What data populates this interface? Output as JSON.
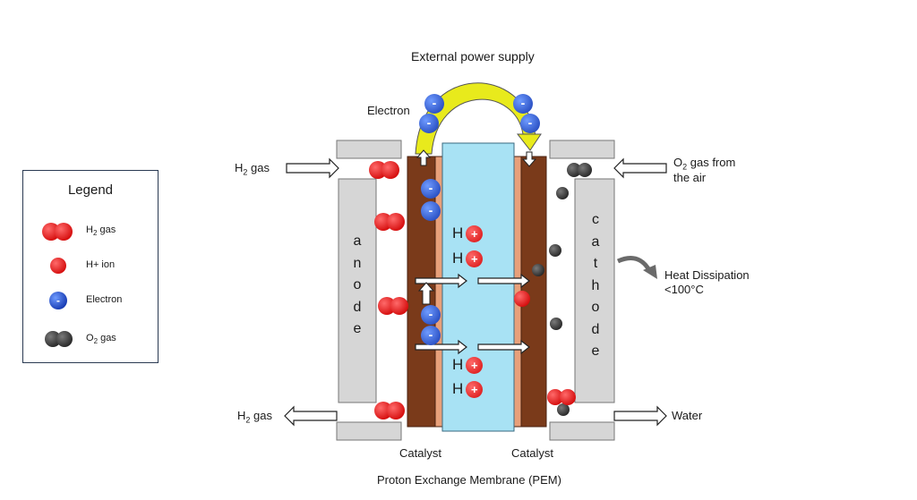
{
  "title": "External power supply",
  "labels": {
    "electron": "Electron",
    "h2_in_prefix": "H",
    "h2_in_sub": "2",
    "h2_in_suffix": " gas",
    "h2_out_prefix": "H",
    "h2_out_sub": "2",
    "h2_out_suffix": " gas",
    "o2_prefix": "O",
    "o2_sub": "2",
    "o2_suffix": " gas from",
    "o2_line2": "the air",
    "heat_line1": "Heat Dissipation",
    "heat_line2": "<100°C",
    "water": "Water",
    "catalyst_left": "Catalyst",
    "catalyst_right": "Catalyst",
    "pem": "Proton Exchange Membrane (PEM)",
    "anode_letters": [
      "a",
      "n",
      "o",
      "d",
      "e"
    ],
    "cathode_letters": [
      "c",
      "a",
      "t",
      "h",
      "o",
      "d",
      "e"
    ],
    "ion_h": "H",
    "ion_plus": "+",
    "electron_sign": "-"
  },
  "legend": {
    "title": "Legend",
    "items": [
      {
        "prefix": "H",
        "sub": "2",
        "suffix": " gas"
      },
      {
        "prefix": "H+ ion",
        "sub": "",
        "suffix": ""
      },
      {
        "prefix": "Electron",
        "sub": "",
        "suffix": ""
      },
      {
        "prefix": "O",
        "sub": "2",
        "suffix": " gas"
      }
    ]
  },
  "colors": {
    "hydrogen": "#e01010",
    "electron": "#1f4fd0",
    "oxygen": "#3a3a3a",
    "electrode": "#d6d6d6",
    "catalyst_layer": "#7a3a1a",
    "membrane": "#a8e2f4",
    "power_arrow": "#e8ea1c"
  }
}
